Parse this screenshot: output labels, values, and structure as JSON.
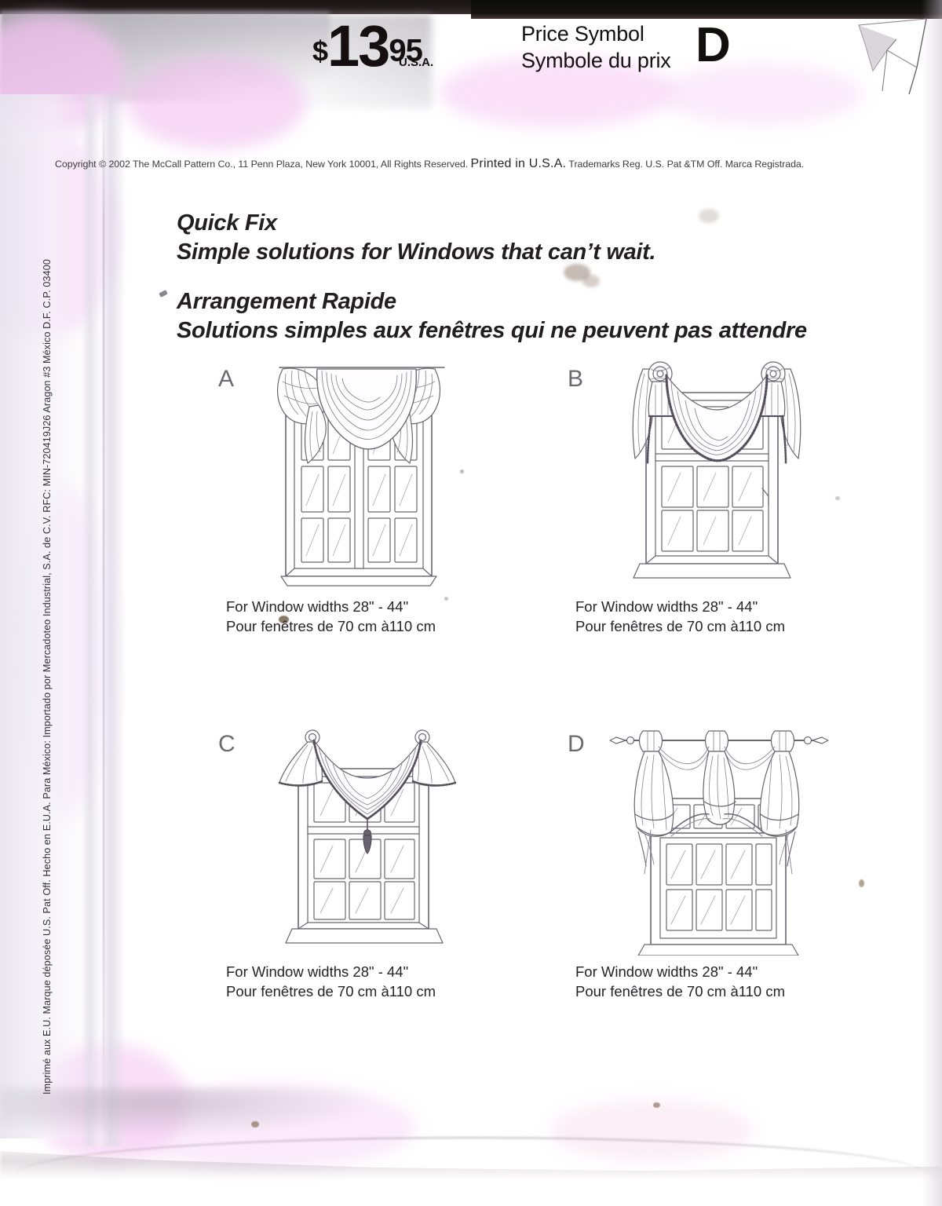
{
  "document": {
    "type": "sewing-pattern-envelope-back",
    "publisher": "The McCall Pattern Co."
  },
  "header": {
    "price_currency": "$",
    "price_dollars": "13",
    "price_cents": "95",
    "price_region": "U.S.A.",
    "price_symbol_label_en": "Price Symbol",
    "price_symbol_label_fr": "Symbole du prix",
    "price_symbol_value": "D"
  },
  "copyright": {
    "part1": "Copyright © 2002 The McCall Pattern Co., 11 Penn Plaza, New York 10001, All Rights Reserved. ",
    "printed": "Printed in U.S.A.",
    "part3": " Trademarks Reg. U.S. Pat &TM Off. Marca Registrada."
  },
  "headline": {
    "en_title": "Quick Fix",
    "en_sub": "Simple solutions for Windows that can’t wait.",
    "fr_title": "Arrangement Rapide",
    "fr_sub": "Solutions simples aux fenêtres qui ne peuvent pas attendre"
  },
  "views": [
    {
      "letter": "A",
      "name": "view-a",
      "caption_en": "For Window widths 28\" - 44\"",
      "caption_fr": "Pour fenêtres de 70 cm à110 cm",
      "illustration": "swag-valance-with-rosettes-casement-window"
    },
    {
      "letter": "B",
      "name": "view-b",
      "caption_en": "For Window widths 28\" - 44\"",
      "caption_fr": "Pour fenêtres de 70 cm à110 cm",
      "illustration": "swag-with-beaded-fringe-and-cascades-double-hung-window"
    },
    {
      "letter": "C",
      "name": "view-c",
      "caption_en": "For Window widths 28\" - 44\"",
      "caption_fr": "Pour fenêtres de 70 cm à110 cm",
      "illustration": "pointed-scarf-swag-with-tassel-double-hung-window"
    },
    {
      "letter": "D",
      "name": "view-d",
      "caption_en": "For Window widths 28\" - 44\"",
      "caption_fr": "Pour fenêtres de 70 cm à110 cm",
      "illustration": "triple-tied-swags-on-finial-rod-window"
    }
  ],
  "side_text": "Imprimé aux E.U. Marque déposée U.S. Pat Off. Hecho en E.U.A. Para México: Importado por Mercadoteo Industrial, S.A. de C.V. RFC: MIN-720419J26 Aragon #3 México D.F. C.P. 03400",
  "colors": {
    "ink": "#211d21",
    "line_art": "#6b6472",
    "caption": "#262227",
    "view_letter": "#6d6872",
    "paper": "#ffffff",
    "scan_pink": "#f3c1f0",
    "scan_grey": "#9a96a0"
  }
}
